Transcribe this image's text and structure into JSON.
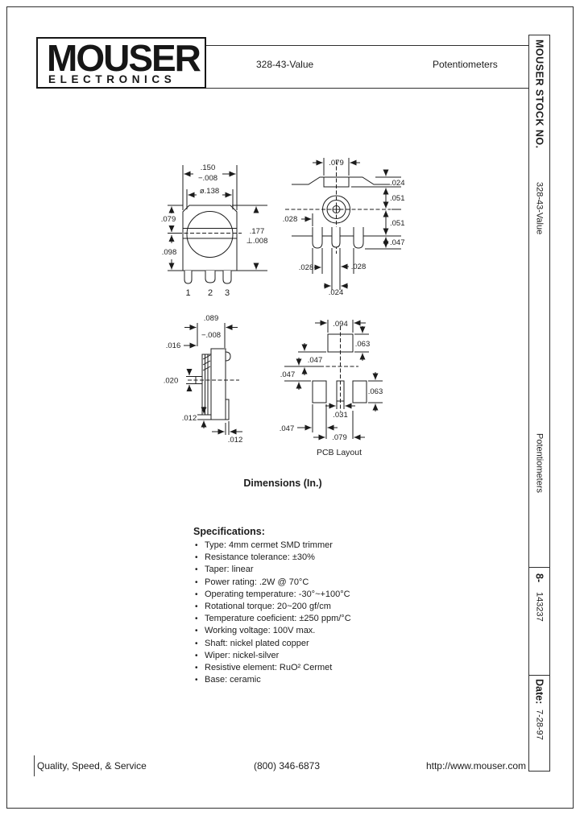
{
  "logo": {
    "line1": "MOUSER",
    "line2": "ELECTRONICS"
  },
  "header": {
    "part_number": "328-43-Value",
    "category": "Potentiometers"
  },
  "sidebar": {
    "stock_label": "MOUSER STOCK NO.",
    "part_number": "328-43-Value",
    "category": "Potentiometers",
    "stock_prefix": "8-",
    "stock_number": "143237",
    "date_label": "Date:",
    "date_value": "7-28-97"
  },
  "drawings": {
    "front": {
      "width": ".150",
      "width_tol": "−.008",
      "diameter": "ø.138",
      "upper_height": ".079",
      "lower_height": ".098",
      "total_height": ".177",
      "total_height_tol": "⊥.008",
      "pins": [
        "1",
        "2",
        "3"
      ]
    },
    "top": {
      "notch_width": ".079",
      "edge": ".024",
      "upper": ".051",
      "lower": ".051",
      "pin_offset": ".028",
      "pin_length": ".047",
      "pin1_width": ".028",
      "pin3_width": ".028",
      "pin2_width": ".024"
    },
    "side": {
      "depth": ".089",
      "depth_tol": "−.008",
      "lip": ".016",
      "wiper": ".020",
      "base": ".012",
      "offset": ".012"
    },
    "pcb": {
      "pad_width": ".094",
      "pad_height": ".063",
      "gap_upper": ".047",
      "gap_lower": ".047",
      "pad2_height": ".063",
      "center_pad_width": ".031",
      "pad3_width": ".047",
      "pad_spacing": ".079",
      "caption": "PCB Layout"
    }
  },
  "dimensions_caption": "Dimensions (In.)",
  "specs": {
    "heading": "Specifications:",
    "items": [
      "Type:  4mm cermet SMD trimmer",
      "Resistance tolerance:  ±30%",
      "Taper:  linear",
      "Power rating:  .2W @ 70°C",
      "Operating temperature:  -30°~+100°C",
      "Rotational torque:  20~200 gf/cm",
      "Temperature coeficient:  ±250 ppm/°C",
      "Working voltage:  100V max.",
      "Shaft:  nickel plated copper",
      "Wiper:  nickel-silver",
      "Resistive element:  RuO² Cermet",
      "Base:  ceramic"
    ]
  },
  "footer": {
    "tagline": "Quality, Speed, & Service",
    "phone": "(800) 346-6873",
    "url": "http://www.mouser.com"
  }
}
